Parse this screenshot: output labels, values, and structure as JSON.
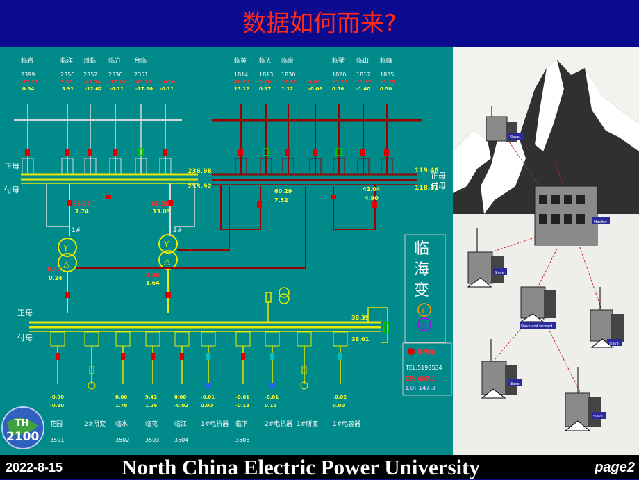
{
  "slide": {
    "title": "数据如何而来?",
    "footer_date": "2022-8-15",
    "footer_org": "North China Electric Power University",
    "footer_page": "page2"
  },
  "colors": {
    "background": "#0b0b8f",
    "title": "#ff2a1a",
    "diagram_bg": "#008a8a",
    "bus_yellow": "#e8e800",
    "bus_dark_red": "#9a0000",
    "breaker_red": "#e00000",
    "breaker_green": "#00c000",
    "value_red": "#ff3030",
    "value_yellow": "#ffff30"
  },
  "substation": {
    "name_chars": [
      "临",
      "海",
      "变"
    ],
    "left_feeders": [
      {
        "name": "临岩",
        "id": "2399",
        "p": "-17.31",
        "q": "0.34"
      },
      {
        "name": "临洋",
        "id": "2356",
        "p": "9.38",
        "q": "3.91"
      },
      {
        "name": "州临",
        "id": "2352",
        "p": "-45.34",
        "q": "-12.62"
      },
      {
        "name": "临方",
        "id": "2336",
        "p": "-17.20",
        "q": "-0.11"
      },
      {
        "name": "台临",
        "id": "2351",
        "p": "-45.23",
        "q": "-17.20"
      },
      {
        "name": "",
        "id": "",
        "p": "1.00M",
        "q": "-0.11"
      }
    ],
    "right_feeders": [
      {
        "name": "临黄",
        "id": "1814",
        "p": "40.65",
        "q": "13.12"
      },
      {
        "name": "临天",
        "id": "1813",
        "p": "0.00",
        "q": "0.17"
      },
      {
        "name": "临良",
        "id": "1830",
        "p": "17.92",
        "q": "1.12"
      },
      {
        "name": "",
        "id": "",
        "p": "0.00",
        "q": "-0.06"
      },
      {
        "name": "临墅",
        "id": "1820",
        "p": "17.87",
        "q": "0.56"
      },
      {
        "name": "临山",
        "id": "1812",
        "p": "11.67",
        "q": "-1.40"
      },
      {
        "name": "临峰",
        "id": "1835",
        "p": "13.29",
        "q": "0.50"
      }
    ],
    "bus_labels": {
      "main_left": "正母",
      "aux_left": "付母",
      "main_right": "正母",
      "aux_right": "付母",
      "lv_main": "正母",
      "lv_aux": "付母"
    },
    "bus_voltages": {
      "hv_left_main": "236.98",
      "hv_left_aux": "233.92",
      "hv_right_main": "119.46",
      "hv_right_aux": "118.81",
      "lv_main": "38.39",
      "lv_aux": "38.01"
    },
    "transformers": [
      {
        "label": "1#",
        "hv_p": "56.94",
        "hv_q": "7.74",
        "lv_p": "8.40",
        "lv_q": "0.24"
      },
      {
        "label": "2#",
        "hv_p": "65.26",
        "hv_q": "13.03",
        "lv_p": "4.88",
        "lv_q": "1.64"
      }
    ],
    "mid_flows": [
      {
        "p": "60.29",
        "q": "7.52"
      },
      {
        "p": "42.04",
        "q": "4.90"
      }
    ],
    "lv_feeders": [
      {
        "p": "-0.90",
        "q": "-0.90",
        "label": "花园",
        "id": "3501"
      },
      {
        "p": "",
        "q": "",
        "label": "2#所变",
        "id": ""
      },
      {
        "p": "0.00",
        "q": "1.78",
        "label": "临水",
        "id": "3502"
      },
      {
        "p": "9.42",
        "q": "1.26",
        "label": "临花",
        "id": "3503"
      },
      {
        "p": "0.00",
        "q": "-0.02",
        "label": "临江",
        "id": "3504"
      },
      {
        "p": "-0.01",
        "q": "0.00",
        "label": "1#电抗器",
        "id": ""
      },
      {
        "p": "-0.01",
        "q": "-0.13",
        "label": "临下",
        "id": "3506"
      },
      {
        "p": "-0.01",
        "q": "0.15",
        "label": "2#电抗器",
        "id": ""
      },
      {
        "p": "",
        "q": "",
        "label": "1#所变",
        "id": ""
      },
      {
        "p": "-0.02",
        "q": "0.00",
        "label": "1#电容器",
        "id": ""
      }
    ],
    "accident": {
      "label": "事故总",
      "tel": "TEL:5193534",
      "sum_p": "ΣP: 607.1",
      "sum_q": "ΣQ: 147.3"
    },
    "logo": {
      "text1": "TH",
      "text2": "2100"
    }
  },
  "network_labels": {
    "monitor": "Monitor",
    "slaves": [
      "Slave",
      "Slave",
      "Slave and forward",
      "Slave",
      "Slave",
      "Slave"
    ]
  }
}
